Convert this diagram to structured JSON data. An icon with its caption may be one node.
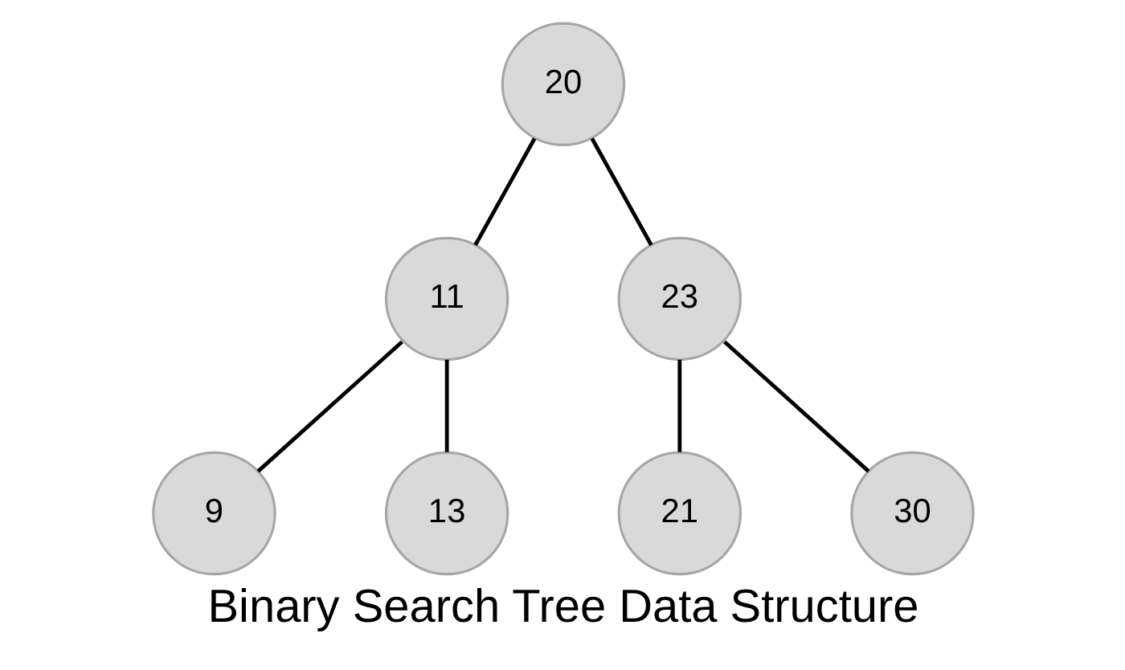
{
  "diagram": {
    "caption": "Binary Search Tree Data Structure",
    "nodes": [
      {
        "text": [
          "20"
        ]
      },
      {
        "text": [
          "11"
        ]
      },
      {
        "text": [
          "23"
        ]
      },
      {
        "text": [
          "9"
        ]
      },
      {
        "text": [
          "13"
        ]
      },
      {
        "text": [
          "21"
        ]
      },
      {
        "text": [
          "30"
        ]
      }
    ],
    "edges": [
      {
        "from": 0,
        "to": 1,
        "arrow": "none"
      },
      {
        "from": 0,
        "to": 2,
        "arrow": "none"
      },
      {
        "from": 1,
        "to": 3,
        "arrow": "none"
      },
      {
        "from": 1,
        "to": 4,
        "arrow": "none"
      },
      {
        "from": 2,
        "to": 5,
        "arrow": "none"
      },
      {
        "from": 2,
        "to": 6,
        "arrow": "none"
      }
    ]
  }
}
